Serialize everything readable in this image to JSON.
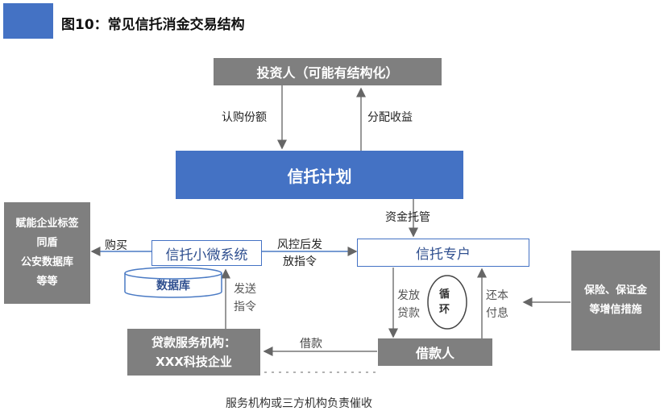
{
  "header": {
    "title": "图10：常见信托消金交易结构"
  },
  "nodes": {
    "investor": "投资人（可能有结构化）",
    "trust_plan": "信托计划",
    "trust_system": "信托小微系统",
    "trust_account": "信托专户",
    "database": "数据库",
    "loan_service_line1": "贷款服务机构：",
    "loan_service_line2": "XXX科技企业",
    "borrower": "借款人",
    "left_box": [
      "赋能企业标签",
      "同盾",
      "公安数据库",
      "等等"
    ],
    "right_box": [
      "保险、保证金",
      "等增信措施"
    ],
    "cycle": [
      "循",
      "环"
    ]
  },
  "edges": {
    "subscribe": "认购份额",
    "distribute": "分配收益",
    "custody": "资金托管",
    "purchase": "购买",
    "risk_control": [
      "风控后发",
      "放指令"
    ],
    "send_cmd": [
      "发送",
      "指令"
    ],
    "disburse": [
      "发放",
      "贷款"
    ],
    "repay": [
      "还本",
      "付息"
    ],
    "loan": "借款"
  },
  "footer": {
    "caption": "服务机构或三方机构负责催收"
  }
}
